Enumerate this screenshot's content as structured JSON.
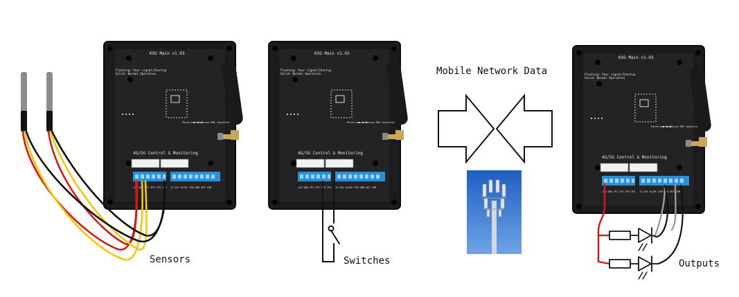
{
  "boards": [
    {
      "title": "KXG Main v1.03",
      "note1": "Flashing: Poor signal/Startup",
      "note2": "Solid: Normal Operation",
      "footer": "4G/5G Control & Monitoring",
      "antenna": "Penta-band Antenna SMA Connector",
      "terminal_left": "+5V GND IP1 IP2 IP3 IP4",
      "terminal_right": "12-24V AC/DC VIN GND OUT COM"
    },
    {
      "title": "KXG Main v1.03",
      "note1": "Flashing: Poor signal/Startup",
      "note2": "Solid: Normal Operation",
      "footer": "4G/5G Control & Monitoring",
      "antenna": "Penta-band Antenna SMA Connector",
      "terminal_left": "+5V GND IP1 IP2 IP3 IP4",
      "terminal_right": "12-24V AC/DC VIN GND OUT COM"
    },
    {
      "title": "KXG Main v1.03",
      "note1": "Flashing: Poor signal/Startup",
      "note2": "Solid: Normal Operation",
      "footer": "4G/5G Control & Monitoring",
      "antenna": "Penta-band Antenna SMA Connector",
      "terminal_left": "+5V GND IP1 IP2 IP3 IP4",
      "terminal_right": "12-24V AC/DC VIN GND OUT COM"
    }
  ],
  "labels": {
    "sensors": "Sensors",
    "switches": "Switches",
    "network": "Mobile Network Data",
    "outputs": "Outputs"
  },
  "colors": {
    "board": "#1c1c1e",
    "terminal": "#2b8fd6",
    "wire_red": "#d81818",
    "wire_yellow": "#f2c900",
    "wire_black": "#111111",
    "wire_grey": "#9a9a9a",
    "sky_top": "#1f5fc4",
    "sky_bottom": "#6da4e6"
  }
}
